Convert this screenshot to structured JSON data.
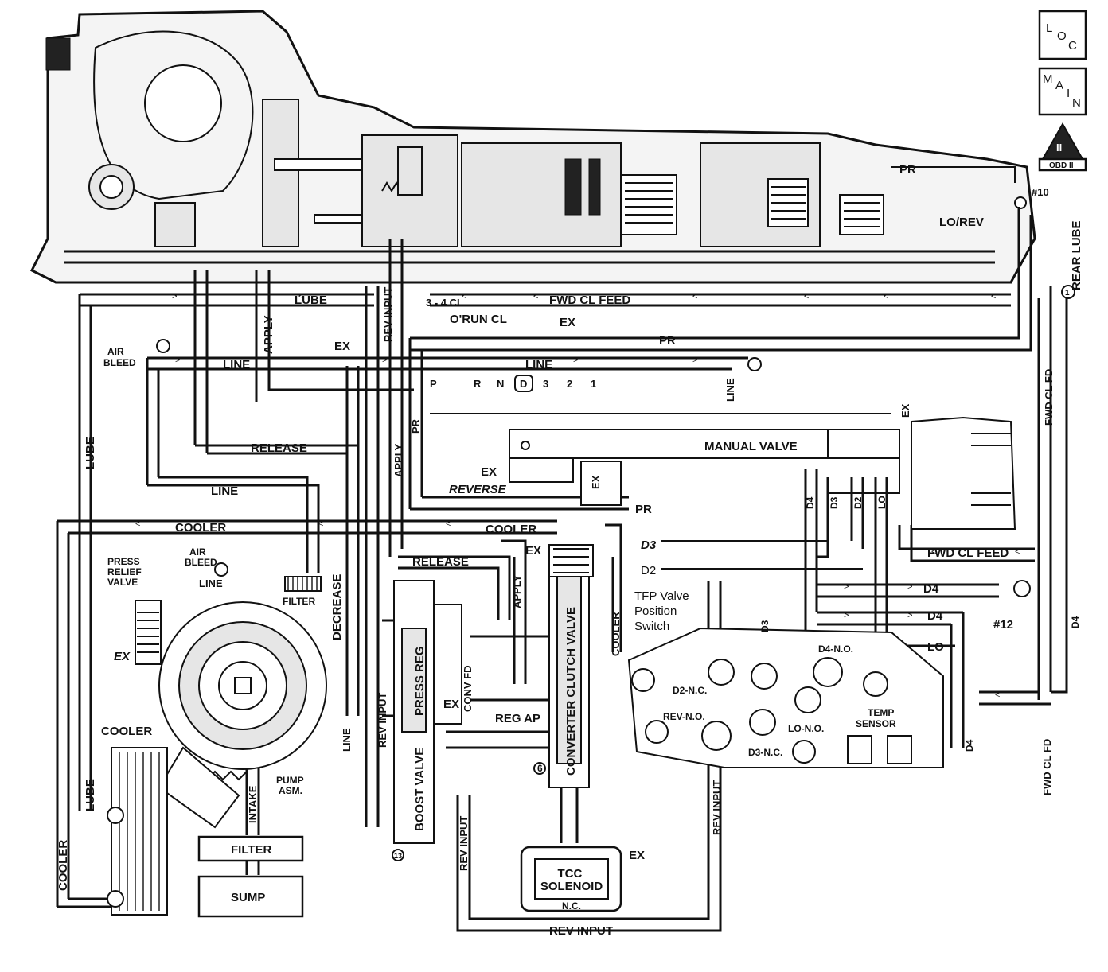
{
  "badges": {
    "loc": [
      "L",
      "O",
      "C"
    ],
    "main": [
      "M",
      "A",
      "I",
      "N"
    ],
    "obd": {
      "symbol": "II",
      "label": "OBD II"
    }
  },
  "labels": {
    "pr_top": "PR",
    "check_10": "#10",
    "lo_rev": "LO/REV",
    "rear_lube": "REAR LUBE",
    "lube_top": "LUBE",
    "apply_top": "APPLY",
    "rev_input_top": "REV INPUT",
    "cl_34": "3 - 4 CL",
    "fwd_cl_feed_top": "FWD CL FEED",
    "orun_cl": "O'RUN CL",
    "ex_orun": "EX",
    "pr_mid": "PR",
    "air_bleed_top": "AIR\nBLEED",
    "ex_top": "EX",
    "line_top": "LINE",
    "line_manual": "LINE",
    "line_vert_right": "LINE",
    "lube_left": "LUBE",
    "release_mid": "RELEASE",
    "line_mid": "LINE",
    "cooler_mid": "COOLER",
    "cooler_right": "COOLER",
    "pr_vert": "PR",
    "apply_vert": "APPLY",
    "fwd_cl_fd_right": "FWD CL FD",
    "manual_valve": "MANUAL VALVE",
    "ex_manual": "EX",
    "reverse": "REVERSE",
    "ex_box": "EX",
    "pr_low": "PR",
    "ex_valve_right": "EX",
    "fwd_cl_feed_right": "FWD CL FEED",
    "press_relief_valve": "PRESS\nRELIEF\nVALVE",
    "air_bleed_pump": "AIR\nBLEED",
    "line_pump": "LINE",
    "filter_small": "FILTER",
    "release_low": "RELEASE",
    "ex_tcc_top": "EX",
    "apply_low": "APPLY",
    "decrease": "DECREASE",
    "ex_relief": "EX",
    "cooler_left_label": "COOLER",
    "lube_left_low": "LUBE",
    "cooler_vert_left": "COOLER",
    "pump_asm": "PUMP\nASM.",
    "intake": "INTAKE",
    "line_low": "LINE",
    "rev_input_low1": "REV INPUT",
    "press_reg": "PRESS REG",
    "ex_press_reg": "EX",
    "conv_fd": "CONV FD",
    "reg_ap": "REG AP",
    "converter_clutch_valve": "CONVERTER CLUTCH VALVE",
    "cooler_valve": "COOLER",
    "boost_valve": "BOOST VALVE",
    "rev_input_low2": "REV INPUT",
    "tcc_solenoid": "TCC\nSOLENOID",
    "nc": "N.C.",
    "ex_tcc_sol": "EX",
    "rev_input_bottom": "REV INPUT",
    "rev_input_right": "REV INPUT",
    "d3_left": "D3",
    "d2_left": "D2",
    "tfp_switch": "TFP Valve\nPosition\nSwitch",
    "d3_vert": "D3",
    "d4_no": "D4-N.O.",
    "d2_nc": "D2-N.C.",
    "rev_no": "REV-N.O.",
    "d3_nc": "D3-N.C.",
    "lo_no": "LO-N.O.",
    "temp_sensor": "TEMP\nSENSOR",
    "d4_a": "D4",
    "d4_b": "D4",
    "lo_right": "LO",
    "check_12": "#12",
    "d4_vert_right": "D4",
    "d4_vert_low": "D4",
    "fwd_cl_fd_low": "FWD CL FD",
    "filter_box": "FILTER",
    "sump": "SUMP",
    "port_d4": "D4",
    "port_d3": "D3",
    "port_d2": "D2",
    "port_lo": "LO"
  },
  "ranges": [
    "P",
    "R",
    "N",
    "D",
    "3",
    "2",
    "1"
  ],
  "numbers": {
    "check_6": "6",
    "check_13": "13",
    "check_1": "1"
  }
}
